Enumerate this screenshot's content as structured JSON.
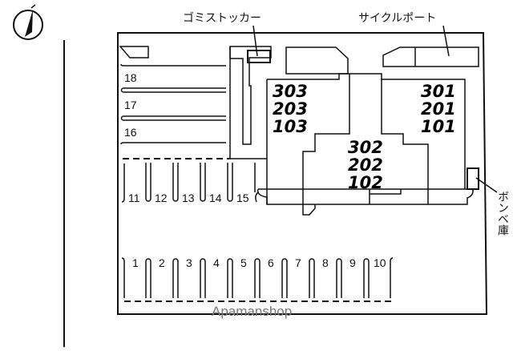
{
  "labels": {
    "garbage_stocker": "ゴミストッカー",
    "cycle_port": "サイクルポート",
    "gas_cylinder_storage": "ボンベ庫",
    "watermark": "Apamanshop"
  },
  "buildings": {
    "left_stack": [
      "303",
      "203",
      "103"
    ],
    "middle_stack": [
      "302",
      "202",
      "102"
    ],
    "right_stack": [
      "301",
      "201",
      "101"
    ]
  },
  "parking": {
    "side": [
      "18",
      "17",
      "16"
    ],
    "upper_row": [
      "11",
      "12",
      "13",
      "14",
      "15"
    ],
    "lower_row": [
      "1",
      "2",
      "3",
      "4",
      "5",
      "6",
      "7",
      "8",
      "9",
      "10"
    ]
  },
  "icons": {
    "north": "north-arrow-icon"
  }
}
